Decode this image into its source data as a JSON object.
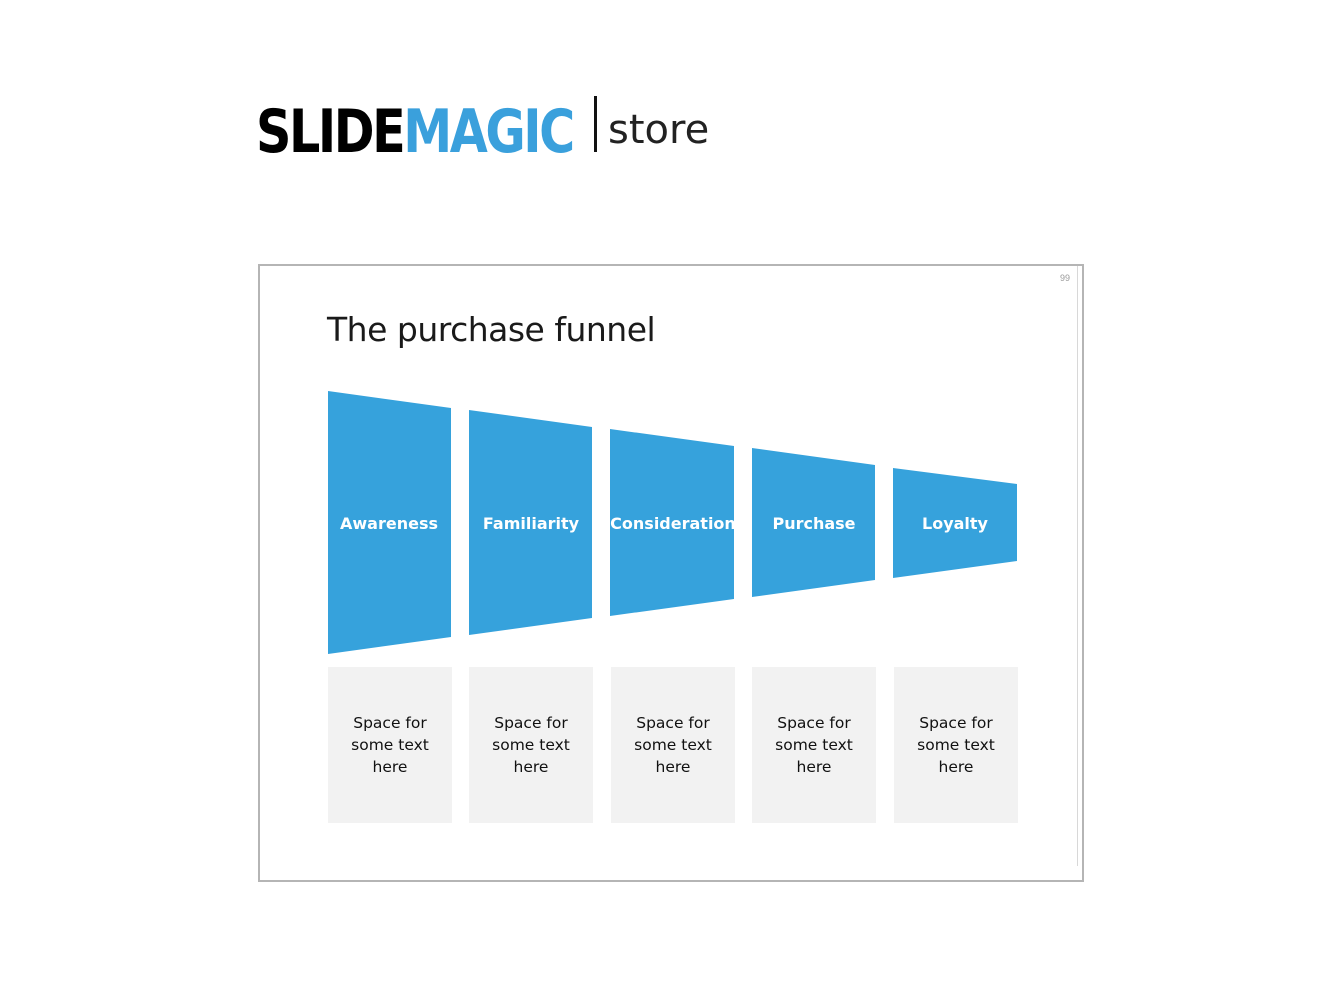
{
  "logo": {
    "part1": "SLIDE",
    "part2": "MAGIC",
    "suffix": "store"
  },
  "slide": {
    "page_number": "99",
    "title": "The purchase funnel",
    "stages": [
      {
        "label": "Awareness",
        "description": "Space for some text here"
      },
      {
        "label": "Familiarity",
        "description": "Space for some text here"
      },
      {
        "label": "Consideration",
        "description": "Space for some text here"
      },
      {
        "label": "Purchase",
        "description": "Space for some text here"
      },
      {
        "label": "Loyalty",
        "description": "Space for some text here"
      }
    ]
  },
  "colors": {
    "accent": "#36a2dc",
    "box_bg": "#f2f2f2",
    "brand_blue": "#3aa0dc"
  }
}
